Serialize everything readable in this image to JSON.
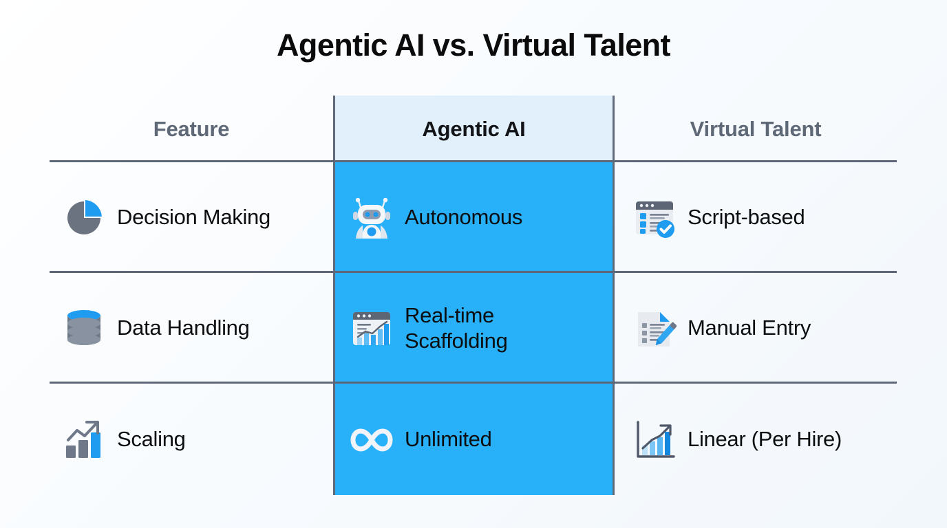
{
  "title": "Agentic AI vs. Virtual Talent",
  "colors": {
    "accent_blue": "#28b0f8",
    "accent_blue_light": "#e2f0fb",
    "rule_gray": "#5d6777",
    "header_text": "#5f6876",
    "body_text": "#0c0d0f",
    "page_bg": "#f7fafd"
  },
  "table": {
    "headers": [
      {
        "label": "Feature",
        "highlighted": false
      },
      {
        "label": "Agentic AI",
        "highlighted": true
      },
      {
        "label": "Virtual Talent",
        "highlighted": false
      }
    ],
    "rows": [
      {
        "feature": {
          "label": "Decision Making",
          "icon": "pie-chart-icon"
        },
        "agentic": {
          "label": "Autonomous",
          "icon": "robot-icon"
        },
        "virtual": {
          "label": "Script-based",
          "icon": "checklist-window-icon"
        }
      },
      {
        "feature": {
          "label": "Data Handling",
          "icon": "database-icon"
        },
        "agentic": {
          "label": "Real-time Scaffolding",
          "icon": "dashboard-chart-icon"
        },
        "virtual": {
          "label": "Manual Entry",
          "icon": "document-pencil-icon"
        }
      },
      {
        "feature": {
          "label": "Scaling",
          "icon": "growth-bars-arrow-icon"
        },
        "agentic": {
          "label": "Unlimited",
          "icon": "infinity-icon"
        },
        "virtual": {
          "label": "Linear (Per Hire)",
          "icon": "axis-bars-arrow-icon"
        }
      }
    ]
  }
}
